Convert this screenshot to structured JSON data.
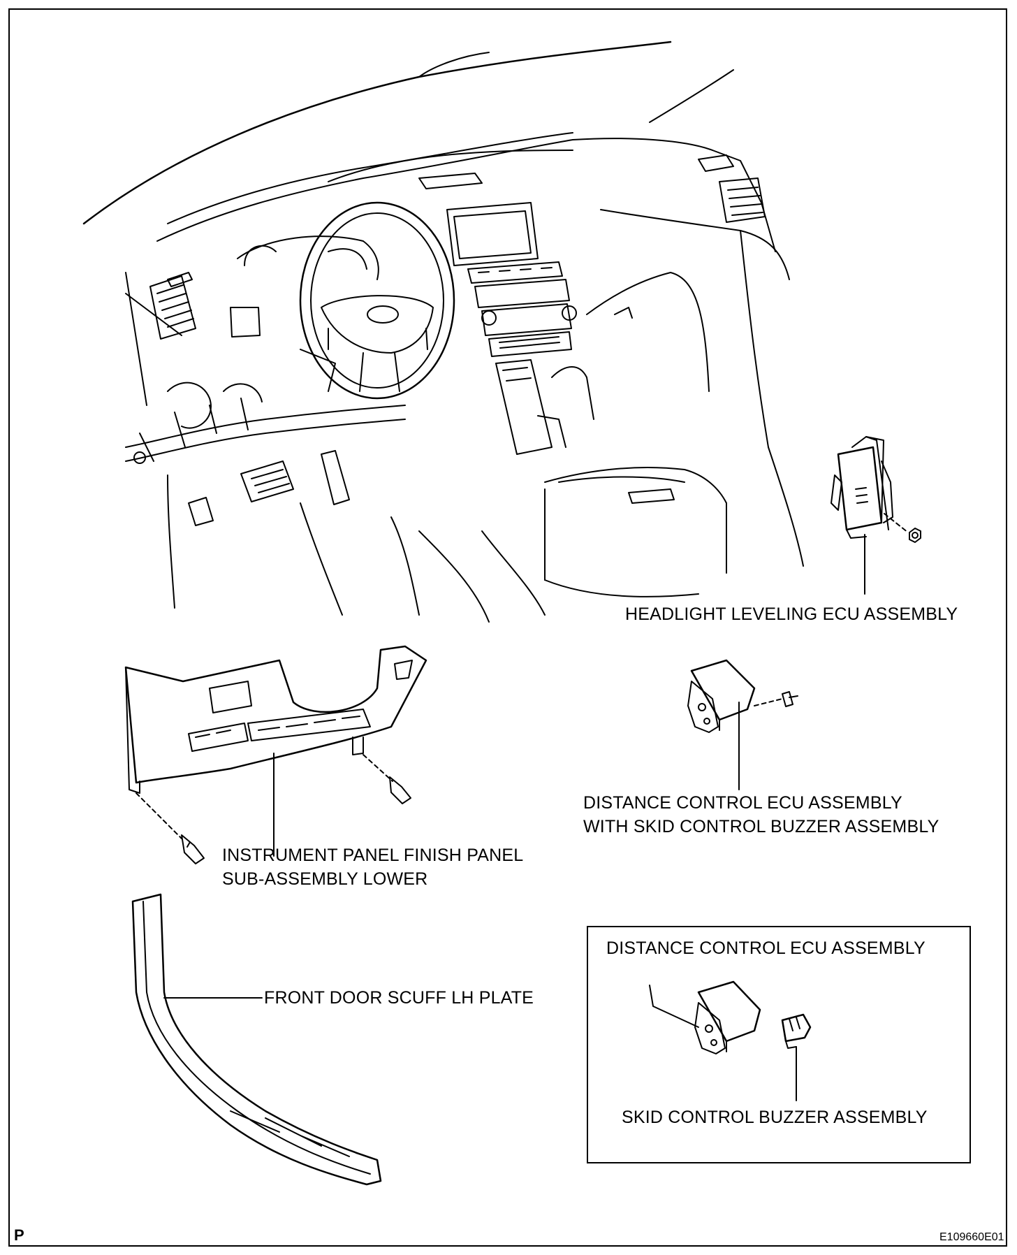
{
  "labels": {
    "headlight_ecu": "HEADLIGHT LEVELING ECU ASSEMBLY",
    "distance_ecu_line1": "DISTANCE CONTROL ECU ASSEMBLY",
    "distance_ecu_line2": "WITH SKID CONTROL BUZZER ASSEMBLY",
    "instrument_panel_line1": "INSTRUMENT PANEL FINISH PANEL",
    "instrument_panel_line2": "SUB-ASSEMBLY LOWER",
    "scuff_plate": "FRONT DOOR SCUFF LH PLATE",
    "inset_title": "DISTANCE CONTROL ECU ASSEMBLY",
    "skid_buzzer": "SKID CONTROL BUZZER ASSEMBLY"
  },
  "footer": {
    "corner_mark": "P",
    "figure_code": "E109660E01"
  },
  "colors": {
    "line": "#000000",
    "background": "#ffffff"
  }
}
